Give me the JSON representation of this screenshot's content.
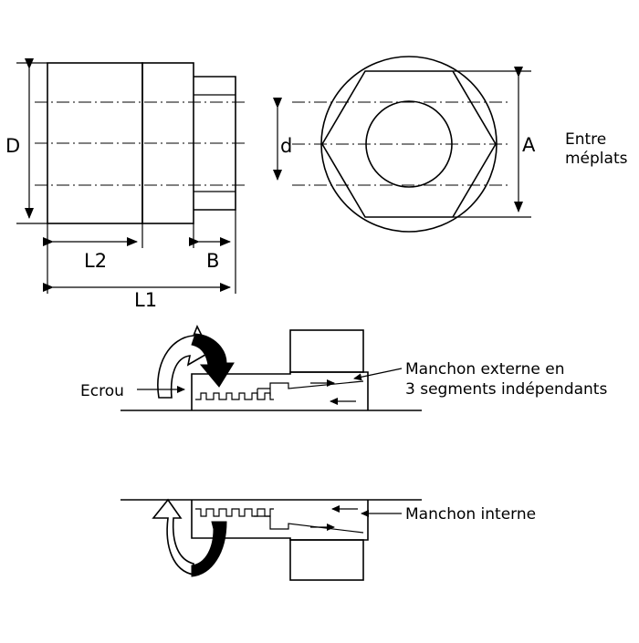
{
  "dimensions": {
    "D": "D",
    "d": "d",
    "A": "A",
    "L1": "L1",
    "L2": "L2",
    "B": "B",
    "across_flats_line1": "Entre",
    "across_flats_line2": "méplats"
  },
  "callouts": {
    "nut": "Ecrou",
    "outer_sleeve_line1": "Manchon externe en",
    "outer_sleeve_line2": "3 segments indépendants",
    "inner_sleeve": "Manchon interne"
  }
}
